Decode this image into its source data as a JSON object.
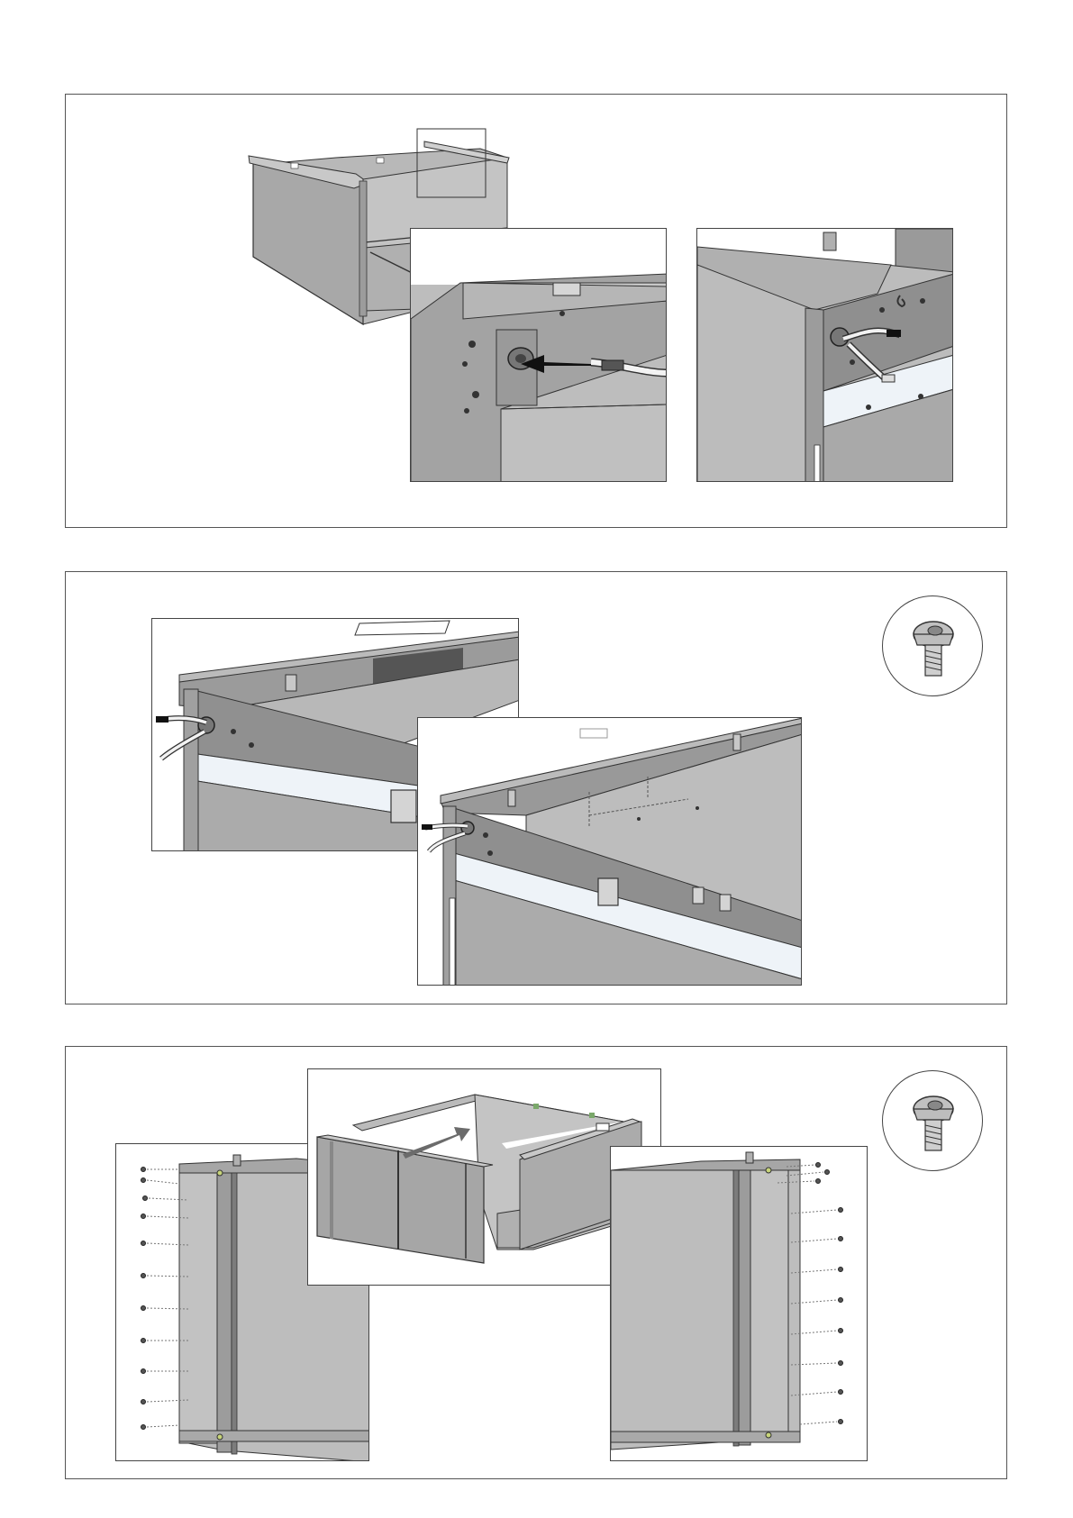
{
  "page": {
    "type": "assembly-instructions",
    "steps": [
      {
        "id": "step-1",
        "content": "cabinet-frame-with-cable-routing-detail"
      },
      {
        "id": "step-2",
        "content": "cable-pulled-through-side-panel",
        "tool_icon": "screw-icon"
      },
      {
        "id": "step-3",
        "content": "front-panel-mounting-with-screws",
        "tool_icon": "screw-icon"
      }
    ]
  },
  "colors": {
    "metal_light": "#c9c9c9",
    "metal_mid": "#a9a9a9",
    "metal_dark": "#8d8d8d",
    "outline": "#333333",
    "arrow": "#111111",
    "arrow_grey": "#6b6b6b",
    "strip": "#f2f6fb"
  }
}
